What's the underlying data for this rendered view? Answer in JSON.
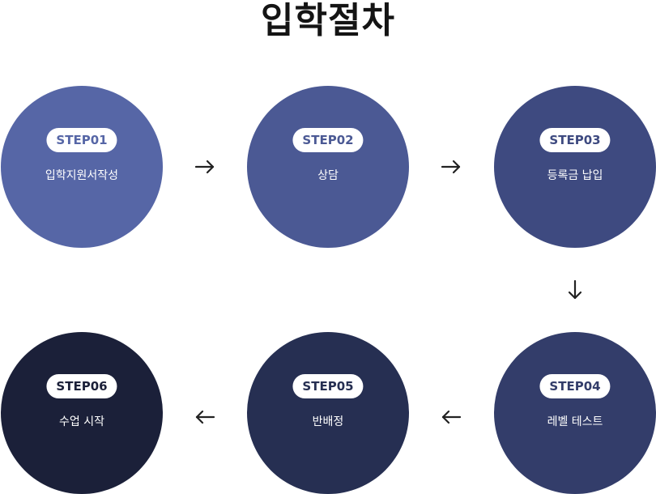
{
  "title": "입학절차",
  "steps": [
    {
      "badge": "STEP01",
      "label": "입학지원서작성",
      "color": "#5666a6"
    },
    {
      "badge": "STEP02",
      "label": "상담",
      "color": "#4b5994"
    },
    {
      "badge": "STEP03",
      "label": "등록금 납입",
      "color": "#3e4a80"
    },
    {
      "badge": "STEP04",
      "label": "레벨 테스트",
      "color": "#333d6a"
    },
    {
      "badge": "STEP05",
      "label": "반배정",
      "color": "#262f52"
    },
    {
      "badge": "STEP06",
      "label": "수업 시작",
      "color": "#1b2039"
    }
  ],
  "arrow_color": "#222222"
}
